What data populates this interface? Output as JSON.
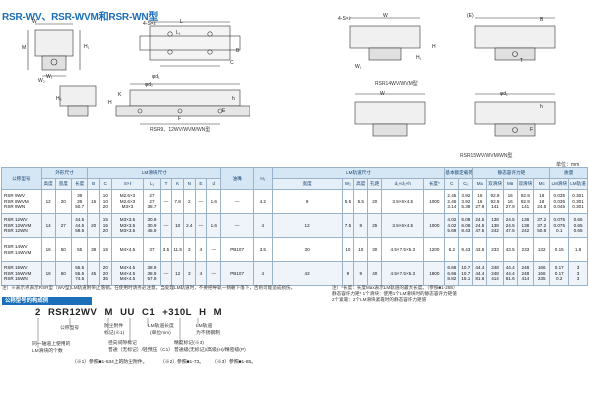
{
  "title": "RSR-WV、RSR-WVM和RSR-WN型",
  "unit": "单位：mm",
  "captions": {
    "left_drawing": "RSR9、12WV/WVM/WN型",
    "right_top": "RSR14WV/WVM型",
    "right_bottom": "RSR15WV/WVM/WN型"
  },
  "dims": {
    "M": "M",
    "W": "W",
    "W1": "W₁",
    "W2": "W₂",
    "H": "H",
    "H1": "H₁",
    "H3": "H₃",
    "K": "K",
    "L": "L",
    "L1": "L₁",
    "B": "B",
    "C": "C",
    "E": "E",
    "F": "F",
    "T": "T",
    "d1": "φd₁",
    "d2": "φd₂",
    "h": "h",
    "SxL": "4-S×ℓ",
    "E_mark": "(E)"
  },
  "table": {
    "headers": {
      "model": "公称型号",
      "outer": "外形尺寸",
      "block": "LM滑块尺寸",
      "rail": "LM轨道尺寸",
      "load": "基本额定载荷",
      "moment": "静态容许力矩",
      "moment_unit": "N·m*",
      "mass": "质量",
      "lubricant": "油嘴",
      "hole": "润滑孔",
      "height": "高度",
      "width": "宽度",
      "length": "长度",
      "rail_width": "宽度",
      "rail_height": "高度",
      "pitch": "孔距",
      "bolt": "d₁×d₂×h",
      "max_len": "长度*",
      "C": "C",
      "C0": "C₀",
      "kN": "kN",
      "MA": "Mᴀ",
      "MB": "Mʙ",
      "MC": "Mᴄ",
      "single": "1个滑块",
      "double": "双滑块",
      "lm_block": "LM滑块",
      "lm_rail": "LM轨道",
      "kg": "kg",
      "kgm": "kg/m",
      "cols": [
        "M",
        "W",
        "L",
        "B",
        "C",
        "S×ℓ",
        "L₁",
        "T",
        "K",
        "N",
        "E",
        "d",
        "H₁",
        "W₁",
        "W₂",
        "M₁",
        "F"
      ]
    },
    "rows": [
      {
        "models": [
          "RSR 9WV",
          "RSR 9WVM",
          "RSR 9WN"
        ],
        "M": "12",
        "W": "20",
        "L": [
          "39",
          "39",
          "50.7"
        ],
        "B": "15",
        "C": [
          "10",
          "10",
          "20"
        ],
        "S": [
          "M2.6×3",
          "M2.6×3",
          "M3×3"
        ],
        "L1": [
          "27",
          "27",
          "38.7"
        ],
        "T": "—",
        "K": "7.8",
        "N": "2",
        "E": "—",
        "d": "1.6",
        "lube": "—",
        "H1": "4.2",
        "W1": "9",
        "W2": "5.5",
        "M1": "5.5",
        "F": "20",
        "bolt": "3.5×6×4.5",
        "max": "1000",
        "C_kN": [
          "2.45",
          "2.45",
          "3.14"
        ],
        "C0": [
          "3.92",
          "3.92",
          "5.38"
        ],
        "MA1": [
          "16",
          "16",
          "27.9"
        ],
        "MA2": [
          "92.9",
          "92.9",
          "141"
        ],
        "MB1": [
          "16",
          "16",
          "27.9"
        ],
        "MB2": [
          "92.9",
          "92.9",
          "141"
        ],
        "MC": [
          "18",
          "18",
          "24.5"
        ],
        "mass_block": [
          "0.035",
          "0.035",
          "0.045"
        ],
        "mass_rail": [
          "0.301",
          "0.301",
          "0.301"
        ]
      },
      {
        "models": [
          "RSR 12WV",
          "RSR 12WVM",
          "RSR 12WN"
        ],
        "M": "14",
        "W": "27",
        "L": [
          "44.5",
          "44.5",
          "59.5"
        ],
        "B": "20",
        "C": [
          "15",
          "15",
          "20"
        ],
        "S": [
          "M3×3.5",
          "M3×3.5",
          "M3×3.5"
        ],
        "L1": [
          "30.9",
          "30.9",
          "45.9"
        ],
        "T": "—",
        "K": "10",
        "N": "2.4",
        "E": "—",
        "d": "1.6",
        "lube": "—",
        "H1": "4",
        "W1": "12",
        "W2": "7.5",
        "M1": "8",
        "F": "25",
        "bolt": "3.5×6×4.5",
        "max": "1000",
        "C_kN": [
          "4.02",
          "4.02",
          "5.69"
        ],
        "C0": [
          "6.08",
          "6.08",
          "8.43"
        ],
        "MA1": [
          "24.5",
          "24.5",
          "47.5"
        ],
        "MA2": [
          "138",
          "138",
          "242"
        ],
        "MB1": [
          "24.5",
          "24.5",
          "47.5"
        ],
        "MB2": [
          "138",
          "138",
          "242"
        ],
        "MC": [
          "37.2",
          "37.2",
          "50.8"
        ],
        "mass_block": [
          "0.075",
          "0.075",
          "0.1"
        ],
        "mass_rail": [
          "0.65",
          "0.65",
          "0.65"
        ]
      },
      {
        "models": [
          "RSR 14WV",
          "RSR 14WVM"
        ],
        "M": "16",
        "W": "50",
        "L": [
          "55"
        ],
        "B": "38",
        "C": [
          "19"
        ],
        "S": [
          "M4×4.5"
        ],
        "L1": [
          "37"
        ],
        "T": "3.5",
        "K": "11.5",
        "N": "3",
        "E": "4",
        "d": "—",
        "lube": "PB107",
        "H1": "3.5",
        "W1": "30",
        "W2": "10",
        "M1": "10",
        "F": "30",
        "bolt": "4.5×7.5×5.3",
        "max": "1200",
        "C_kN": [
          "6.2"
        ],
        "C0": [
          "9.43"
        ],
        "MA1": [
          "43.5"
        ],
        "MA2": [
          "233"
        ],
        "MB1": [
          "43.5"
        ],
        "MB2": [
          "233"
        ],
        "MC": [
          "132"
        ],
        "mass_block": [
          "0.15"
        ],
        "mass_rail": [
          "1.8"
        ]
      },
      {
        "models": [
          "RSR 15WV",
          "RSR 15WVM",
          "RSR 15WN"
        ],
        "M": "16",
        "W": "60",
        "L": [
          "55.5",
          "55.5",
          "74.5"
        ],
        "B": "45",
        "C": [
          "20",
          "20",
          "35"
        ],
        "S": [
          "M4×4.5",
          "M4×4.5",
          "M4×4.5"
        ],
        "L1": [
          "38.9",
          "38.9",
          "57.9"
        ],
        "T": "—",
        "K": "12",
        "N": "3",
        "E": "4",
        "d": "—",
        "lube": "PB107",
        "H1": "4",
        "W1": "42",
        "W2": "9",
        "M1": "9",
        "F": "40",
        "bolt": "4.5×7.5×5.3",
        "max": "1800",
        "C_kN": [
          "6.66",
          "6.66",
          "8.82"
        ],
        "C0": [
          "10.7",
          "10.7",
          "15.1"
        ],
        "MA1": [
          "44.4",
          "44.4",
          "81.6"
        ],
        "MA2": [
          "248",
          "248",
          "414"
        ],
        "MB1": [
          "44.4",
          "44.4",
          "81.6"
        ],
        "MB2": [
          "248",
          "248",
          "414"
        ],
        "MC": [
          "166",
          "166",
          "235"
        ],
        "mass_block": [
          "0.17",
          "0.17",
          "0.2"
        ],
        "mass_rail": [
          "3",
          "3",
          "3"
        ]
      }
    ]
  },
  "notes": {
    "left": "注）※表示点表示RSR型（WV型)LM轨道附带止落销。在使用时请务必注意。当处理LM轨道时，不要把导轨一侧朝下落下，否则可能造成损伤。",
    "right_1": "注）*长度：长度Max表示LM轨道的最大长度。（参照■1-288）",
    "right_2": "静态容许力矩*     1个滑块：使用1个LM滑块时的静态容许力矩值",
    "right_3": "                         2个紧靠：2个LM滑块紧靠时的静态容许力矩值"
  },
  "section": "公称型号的构成例",
  "code": {
    "parts": [
      "2",
      "RSR12WV",
      "M",
      "UU",
      "C1",
      "+310L",
      "H",
      "M"
    ],
    "labels": {
      "model": "公称型号",
      "seal": "防尘附件",
      "seal_ref": "标记(※1)",
      "preload": "径向间隙标记",
      "preload_sub": "普通（无标记）/轻预压（C1）",
      "rail_len": "LM轨道长度",
      "rail_len_unit": "(单位mm)",
      "accuracy": "精度标记(※3)",
      "accuracy_sub": "普通级(无标记)/高级(H)/精密级(P)",
      "rail_mat": "LM轨道",
      "rail_mat_sub": "为不锈钢制",
      "count": "同一轴道上使用的",
      "count_sub": "LM滑块的个数"
    },
    "refs": [
      "（※1）参照■1-534上的防尘附件。",
      "（※2）参照■1-73。",
      "（※3）参照■1-85。"
    ]
  }
}
